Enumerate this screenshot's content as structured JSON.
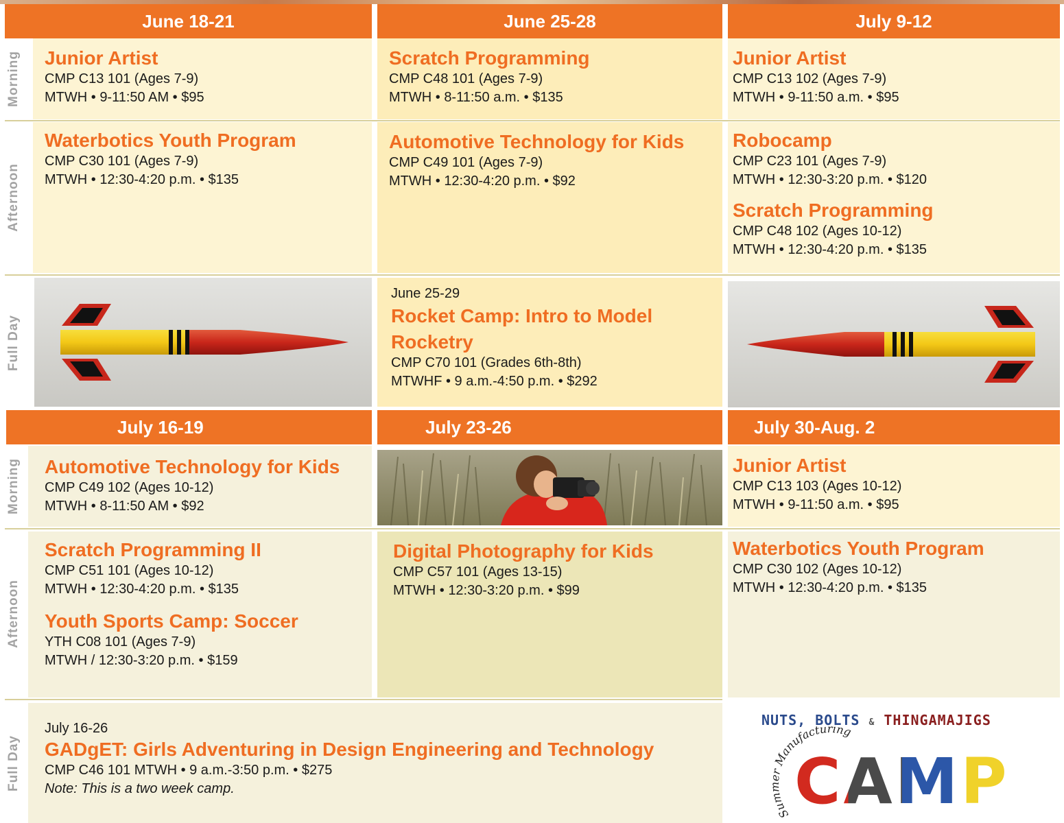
{
  "weeks_top": [
    "June 18-21",
    "June 25-28",
    "July 9-12"
  ],
  "weeks_bottom": [
    "July 16-19",
    "July 23-26",
    "July 30-Aug. 2"
  ],
  "row_labels": {
    "morning": "Morning",
    "afternoon": "Afternoon",
    "full_day": "Full Day"
  },
  "top": {
    "morning": [
      {
        "title": "Junior Artist",
        "code": "CMP C13 101 (Ages 7-9)",
        "schedule": "MTWH • 9-11:50 AM • $95"
      },
      {
        "title": "Scratch Programming",
        "code": "CMP C48 101  (Ages 7-9)",
        "schedule": "MTWH • 8-11:50 a.m. • $135"
      },
      {
        "title": "Junior Artist",
        "code": "CMP C13 102 (Ages 7-9)",
        "schedule": "MTWH • 9-11:50 a.m. • $95"
      }
    ],
    "afternoon": [
      [
        {
          "title": "Waterbotics Youth Program",
          "code": "CMP C30 101 (Ages 7-9)",
          "schedule": "MTWH • 12:30-4:20 p.m. • $135"
        }
      ],
      [
        {
          "title": "Automotive Technology for Kids",
          "code": "CMP C49 101 (Ages 7-9)",
          "schedule": "MTWH • 12:30-4:20 p.m. • $92"
        }
      ],
      [
        {
          "title": "Robocamp",
          "code": "CMP C23 101 (Ages 7-9)",
          "schedule": "MTWH • 12:30-3:20 p.m. • $120"
        },
        {
          "title": "Scratch Programming",
          "code": "CMP C48 102 (Ages 10-12)",
          "schedule": "MTWH • 12:30-4:20 p.m. • $135"
        }
      ]
    ],
    "full_day": {
      "dates": "June 25-29",
      "title_line1": "Rocket Camp: Intro to Model",
      "title_line2": "Rocketry",
      "code": "CMP C70 101 (Grades 6th-8th)",
      "schedule": "MTWHF • 9 a.m.-4:50 p.m. • $292"
    }
  },
  "bottom": {
    "morning": [
      {
        "title": "Automotive Technology for Kids",
        "code": "CMP C49 102 (Ages 10-12)",
        "schedule": "MTWH • 8-11:50 AM • $92"
      },
      {
        "title": "Junior Artist",
        "code": "CMP C13 103 (Ages 10-12)",
        "schedule": "MTWH • 9-11:50 a.m. • $95"
      }
    ],
    "afternoon": [
      [
        {
          "title": "Scratch Programming II",
          "code": "CMP C51 101 (Ages 10-12)",
          "schedule": "MTWH • 12:30-4:20 p.m. • $135"
        },
        {
          "title": "Youth Sports Camp: Soccer",
          "code": "YTH C08 101 (Ages 7-9)",
          "schedule": "MTWH / 12:30-3:20 p.m. • $159"
        }
      ],
      [
        {
          "title": "Digital Photography for Kids",
          "code": "CMP C57 101 (Ages 13-15)",
          "schedule": "MTWH • 12:30-3:20 p.m. • $99"
        }
      ],
      [
        {
          "title": "Waterbotics Youth Program",
          "code": "CMP C30 102 (Ages 10-12)",
          "schedule": "MTWH • 12:30-4:20 p.m. • $135"
        }
      ]
    ],
    "full_day": {
      "dates": "July 16-26",
      "title": "GADgET: Girls Adventuring in Design Engineering and Technology",
      "code": "CMP C46 101 MTWH • 9 a.m.-3:50 p.m. • $275",
      "note": "Note: This is a two week camp."
    }
  },
  "logo": {
    "line1_a": "NUTS, BOLTS",
    "line1_amp": "&",
    "line1_b": "THINGAMAJIGS",
    "arc_text": "Summer Manufacturing",
    "word": "CAMP"
  },
  "colors": {
    "orange": "#ee7325",
    "title_orange": "#ef6d22",
    "cream": "#fdf4d3",
    "yellow": "#fdedb9",
    "olive": "#ece6b7",
    "label_gray": "#a3a3a3"
  },
  "images": [
    "rocket-photo-left",
    "rocket-photo-right",
    "boy-with-camera-photo"
  ]
}
